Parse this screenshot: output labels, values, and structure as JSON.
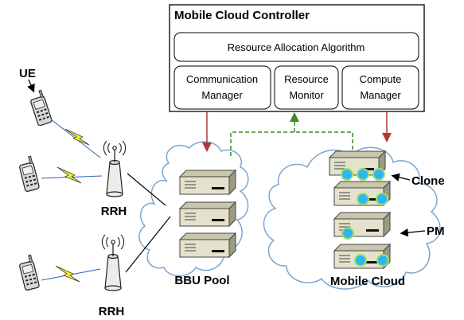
{
  "controller": {
    "title": "Mobile Cloud Controller",
    "algorithm": "Resource Allocation Algorithm",
    "modules": {
      "comm_line1": "Communication",
      "comm_line2": "Manager",
      "monitor_line1": "Resource",
      "monitor_line2": "Monitor",
      "compute_line1": "Compute",
      "compute_line2": "Manager"
    }
  },
  "labels": {
    "ue": "UE",
    "rrh_top": "RRH",
    "rrh_bottom": "RRH",
    "bbu_pool": "BBU Pool",
    "mobile_cloud": "Mobile Cloud",
    "clone": "Clone",
    "pm": "PM"
  },
  "colors": {
    "red_arrow": "#b03a3a",
    "green_arrow": "#3f8a2a",
    "cloud_stroke": "#7aa6cf",
    "vm_circle": "#2fb6f0",
    "vm_ring": "#9ee060",
    "lightning": "#f4f01e",
    "server_face": "#e4e2cd"
  },
  "icons": [
    "phone-icon",
    "lightning-icon",
    "antenna-tower-icon",
    "cloud-icon",
    "server-icon",
    "vm-icon"
  ]
}
